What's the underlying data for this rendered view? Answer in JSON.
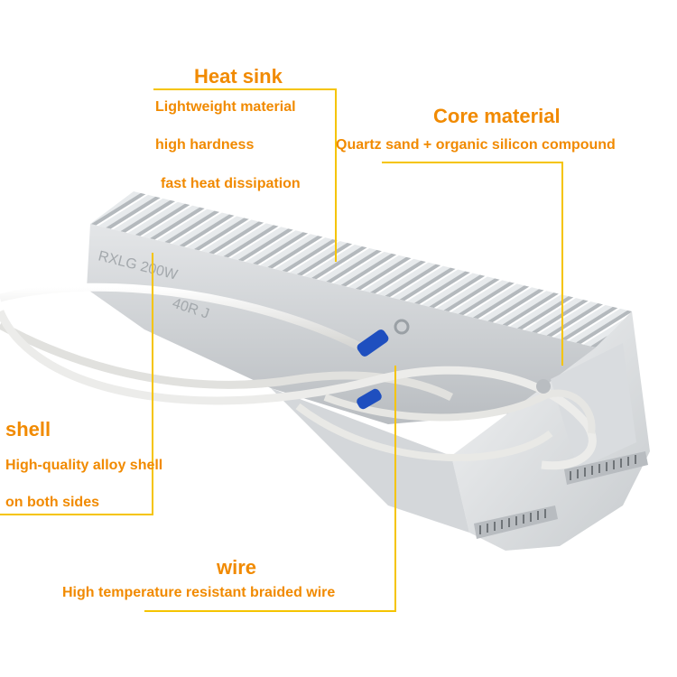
{
  "colors": {
    "label_text": "#f18a00",
    "leader_line": "#f5c400",
    "aluminum_light": "#eef0f1",
    "aluminum_mid": "#c9cdd0",
    "aluminum_dark": "#9ea3a7",
    "wire_sleeve": "#e9e9e6",
    "terminal_blue": "#1f4fbf",
    "background": "#ffffff"
  },
  "product_marking": [
    "RXLG 200W",
    "40R J"
  ],
  "labels": {
    "heat_sink": {
      "title": "Heat sink",
      "lines": [
        "Lightweight material",
        "high hardness",
        "fast heat dissipation"
      ]
    },
    "core_material": {
      "title": "Core material",
      "lines": [
        "Quartz sand + organic silicon compound"
      ]
    },
    "shell": {
      "title": "shell",
      "lines": [
        "High-quality alloy shell",
        "on both sides"
      ]
    },
    "wire": {
      "title": "wire",
      "lines": [
        "High temperature resistant braided wire"
      ]
    }
  }
}
